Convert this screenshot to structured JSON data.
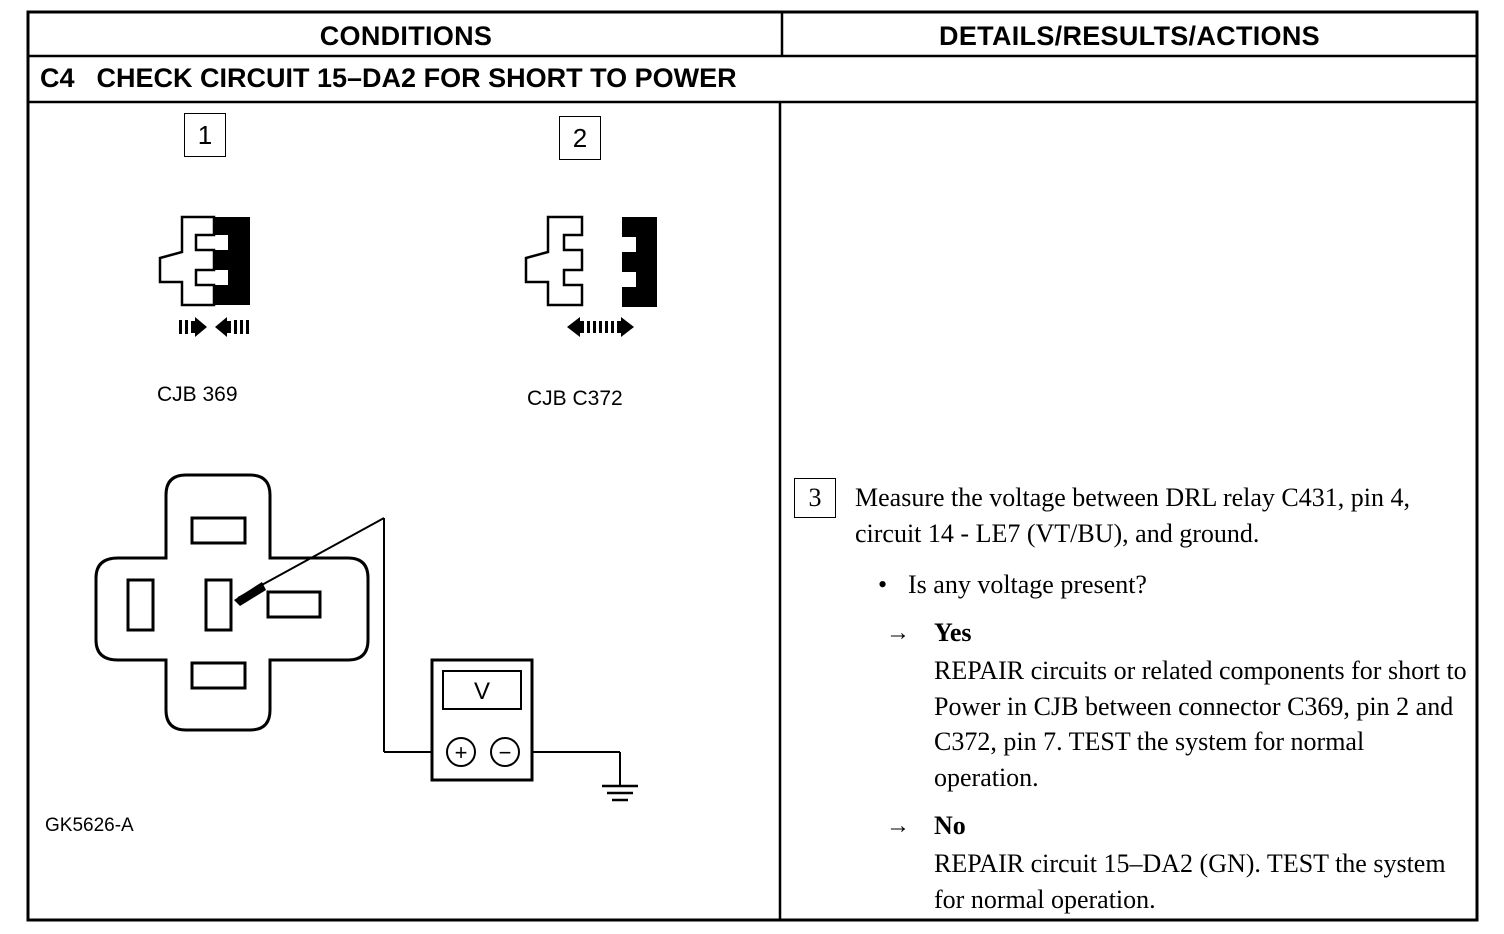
{
  "table": {
    "header_conditions": "CONDITIONS",
    "header_details": "DETAILS/RESULTS/ACTIONS",
    "step_code": "C4",
    "step_title": "CHECK CIRCUIT 15–DA2 FOR SHORT TO POWER"
  },
  "conditions": {
    "step1_number": "1",
    "step2_number": "2",
    "connector1_label": "CJB 369",
    "connector2_label": "CJB C372",
    "meter_label": "V",
    "meter_plus": "+",
    "meter_minus": "−",
    "figure_id": "GK5626-A"
  },
  "details": {
    "step3_number": "3",
    "measure_text": "Measure the voltage between DRL relay C431, pin 4, circuit 14 - LE7 (VT/BU), and ground.",
    "bullet": "•",
    "question": "Is any voltage present?",
    "arrow": "→",
    "yes_label": "Yes",
    "yes_action": "REPAIR circuits or related components for short to Power in CJB between connector C369, pin 2 and C372, pin 7. TEST the system for normal operation.",
    "no_label": "No",
    "no_action": "REPAIR circuit 15–DA2 (GN). TEST the system for normal operation."
  }
}
